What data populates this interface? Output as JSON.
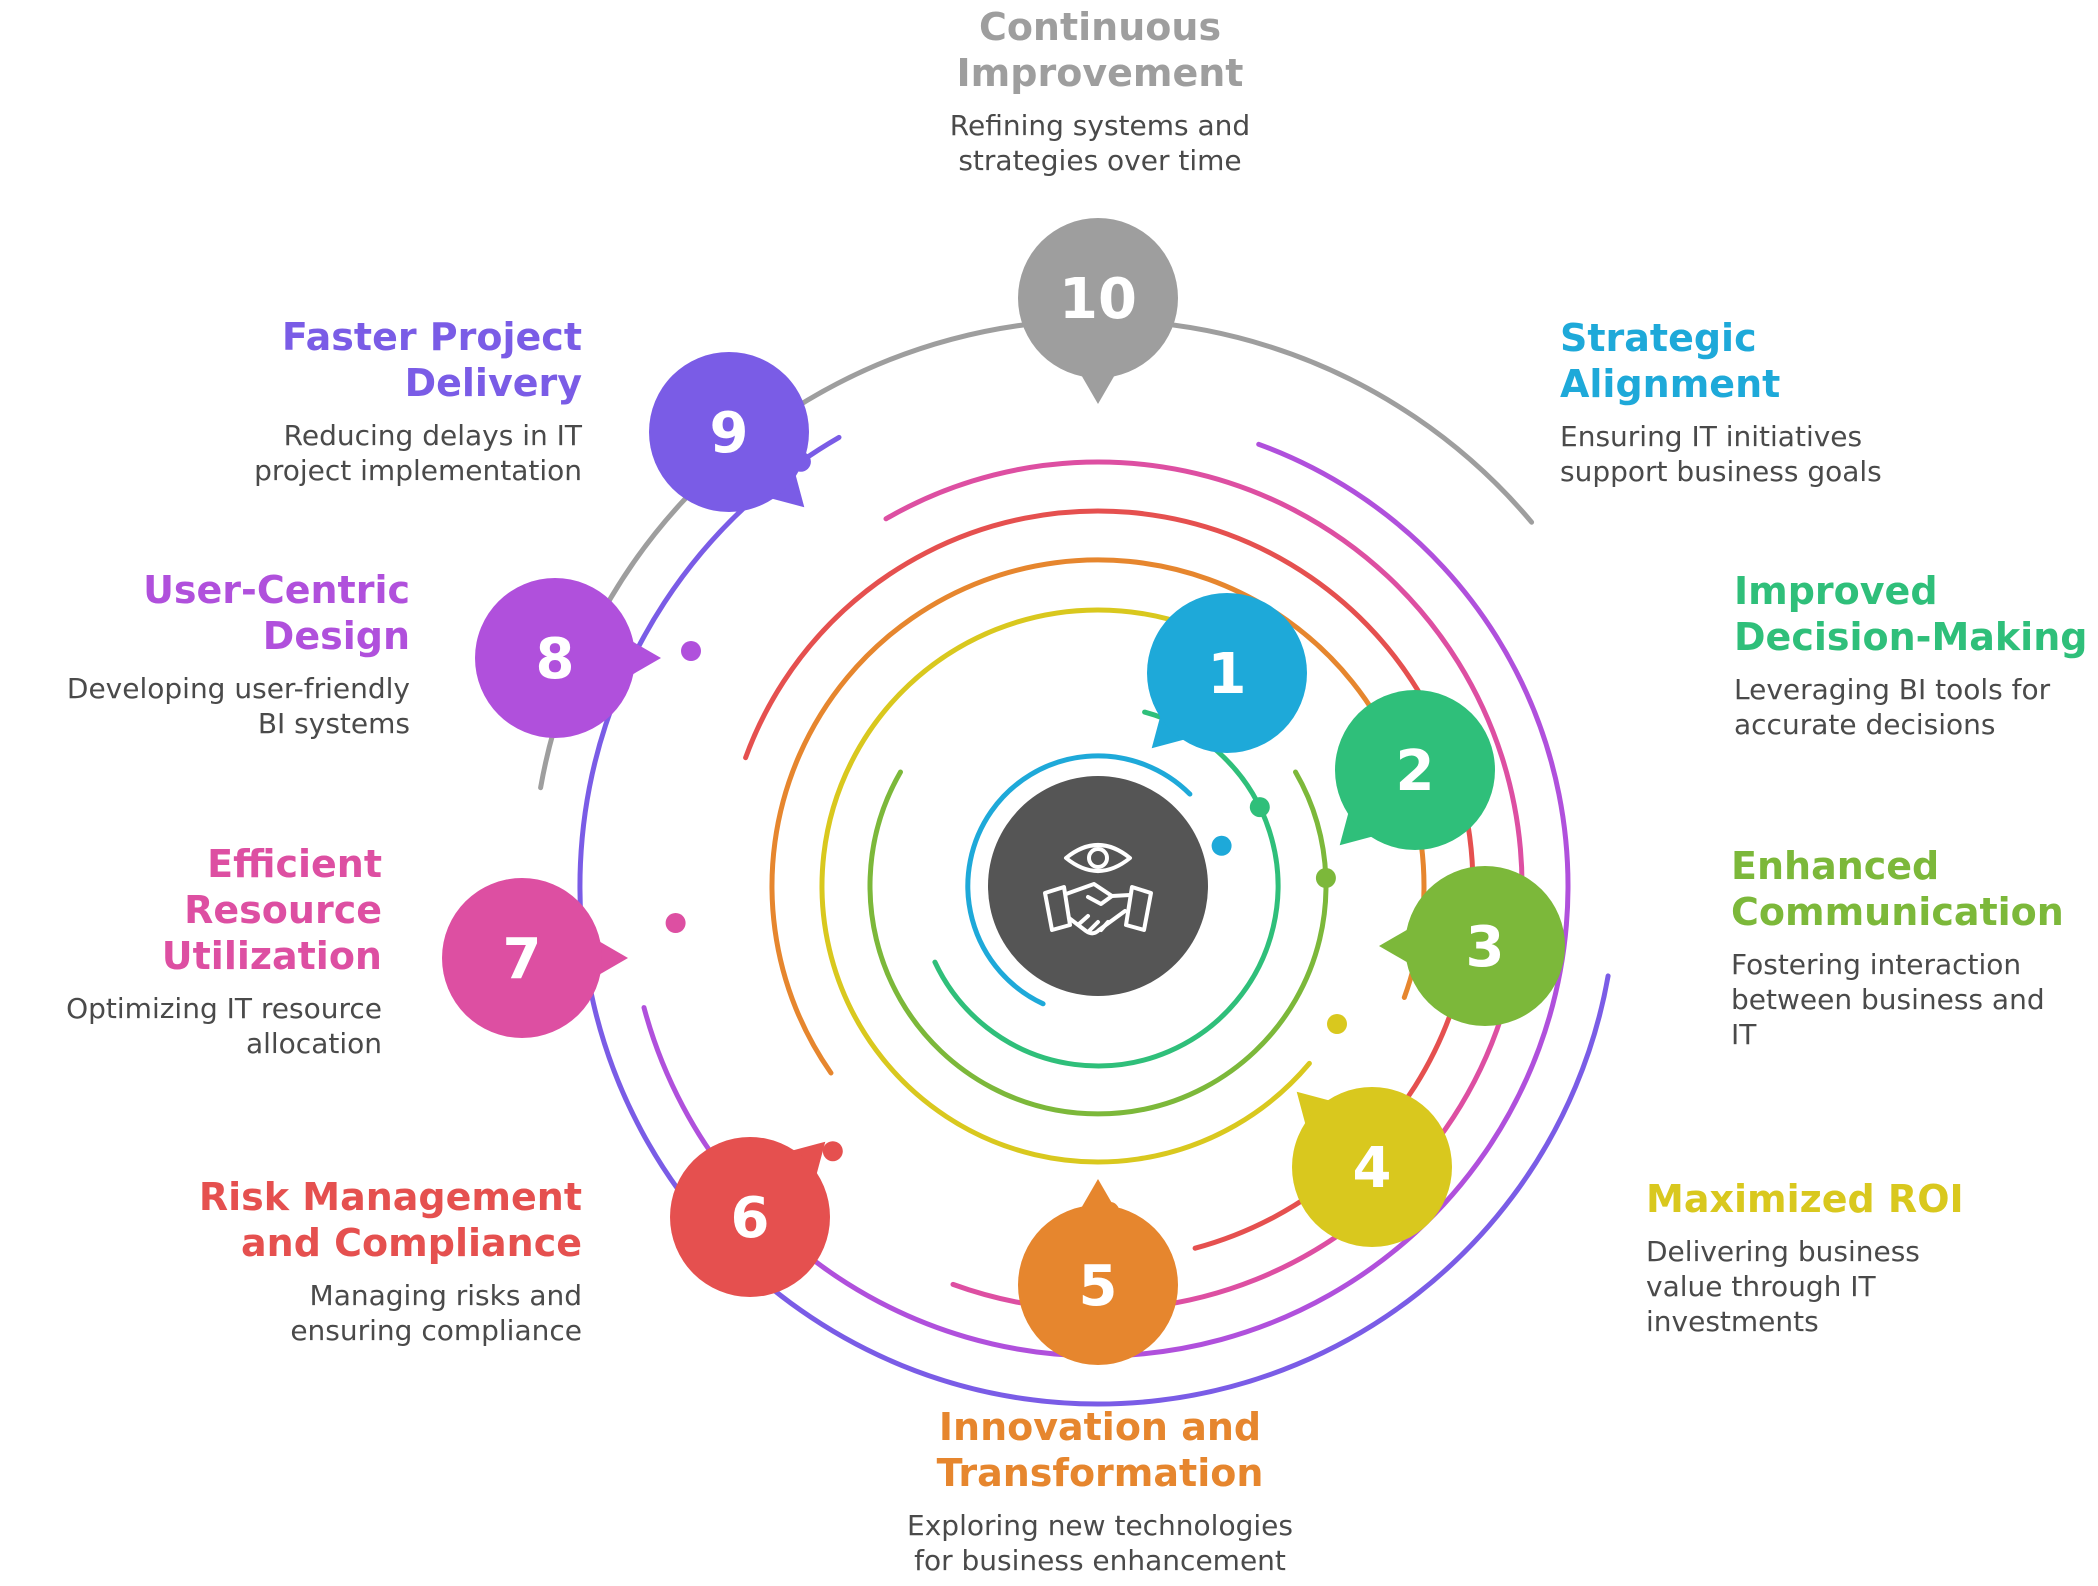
{
  "center": {
    "icon": "eye-handshake-icon",
    "color": "#555555"
  },
  "steps": [
    {
      "number": "1",
      "title": "Strategic Alignment",
      "title_lines": [
        "Strategic",
        "Alignment"
      ],
      "description_lines": [
        "Ensuring IT initiatives",
        "support business goals"
      ],
      "color": "#1ea9d9"
    },
    {
      "number": "2",
      "title": "Improved Decision-Making",
      "title_lines": [
        "Improved",
        "Decision-Making"
      ],
      "description_lines": [
        "Leveraging BI tools for",
        "accurate decisions"
      ],
      "color": "#2fbf7a"
    },
    {
      "number": "3",
      "title": "Enhanced Communication",
      "title_lines": [
        "Enhanced",
        "Communication"
      ],
      "description_lines": [
        "Fostering interaction",
        "between business and",
        "IT"
      ],
      "color": "#7cb83a"
    },
    {
      "number": "4",
      "title": "Maximized ROI",
      "title_lines": [
        "Maximized ROI"
      ],
      "description_lines": [
        "Delivering business",
        "value through IT",
        "investments"
      ],
      "color": "#d9c81e"
    },
    {
      "number": "5",
      "title": "Innovation and Transformation",
      "title_lines": [
        "Innovation and",
        "Transformation"
      ],
      "description_lines": [
        "Exploring new technologies",
        "for business enhancement"
      ],
      "color": "#e6862e"
    },
    {
      "number": "6",
      "title": "Risk Management and Compliance",
      "title_lines": [
        "Risk Management",
        "and Compliance"
      ],
      "description_lines": [
        "Managing risks and",
        "ensuring compliance"
      ],
      "color": "#e5504f"
    },
    {
      "number": "7",
      "title": "Efficient Resource Utilization",
      "title_lines": [
        "Efficient",
        "Resource",
        "Utilization"
      ],
      "description_lines": [
        "Optimizing IT resource",
        "allocation"
      ],
      "color": "#dd4fa2"
    },
    {
      "number": "8",
      "title": "User-Centric Design",
      "title_lines": [
        "User-Centric",
        "Design"
      ],
      "description_lines": [
        "Developing user-friendly",
        "BI systems"
      ],
      "color": "#b050dc"
    },
    {
      "number": "9",
      "title": "Faster Project Delivery",
      "title_lines": [
        "Faster Project",
        "Delivery"
      ],
      "description_lines": [
        "Reducing delays in IT",
        "project implementation"
      ],
      "color": "#7a5ce6"
    },
    {
      "number": "10",
      "title": "Continuous Improvement",
      "title_lines": [
        "Continuous",
        "Improvement"
      ],
      "description_lines": [
        "Refining systems and",
        "strategies over time"
      ],
      "color": "#9e9e9e"
    }
  ]
}
